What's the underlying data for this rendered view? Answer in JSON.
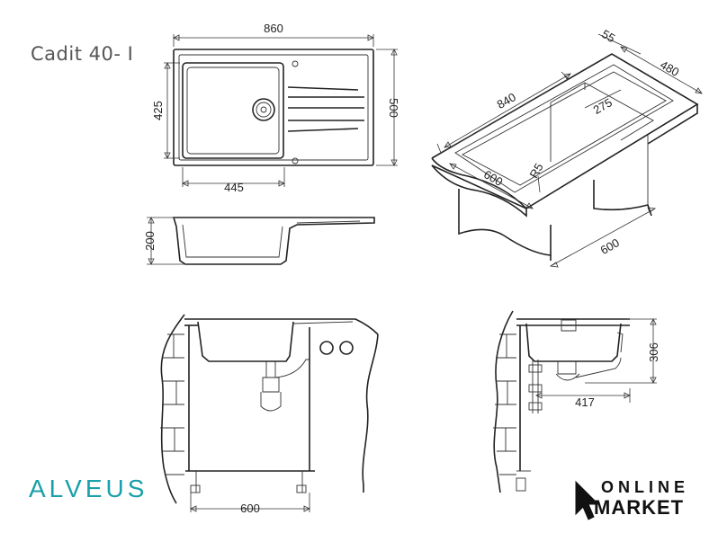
{
  "title": "Cadit 40- I",
  "brand": {
    "name": "ALVEUS",
    "color": "#1aa0a8"
  },
  "store": {
    "line1": "ONLINE",
    "line2": "MARKET",
    "icon": "cursor-icon"
  },
  "dimensions": {
    "top_width": "860",
    "top_height_left": "425",
    "top_height_right": "500",
    "bowl_width": "445",
    "bowl_depth": "200",
    "iso_length": "840",
    "iso_side": "55",
    "iso_depth": "480",
    "iso_bowl_offset": "275",
    "iso_radius": "R5",
    "iso_front": "600",
    "iso_cabinet": "600",
    "front_cabinet": "600",
    "side_height": "306",
    "side_offset": "417"
  }
}
